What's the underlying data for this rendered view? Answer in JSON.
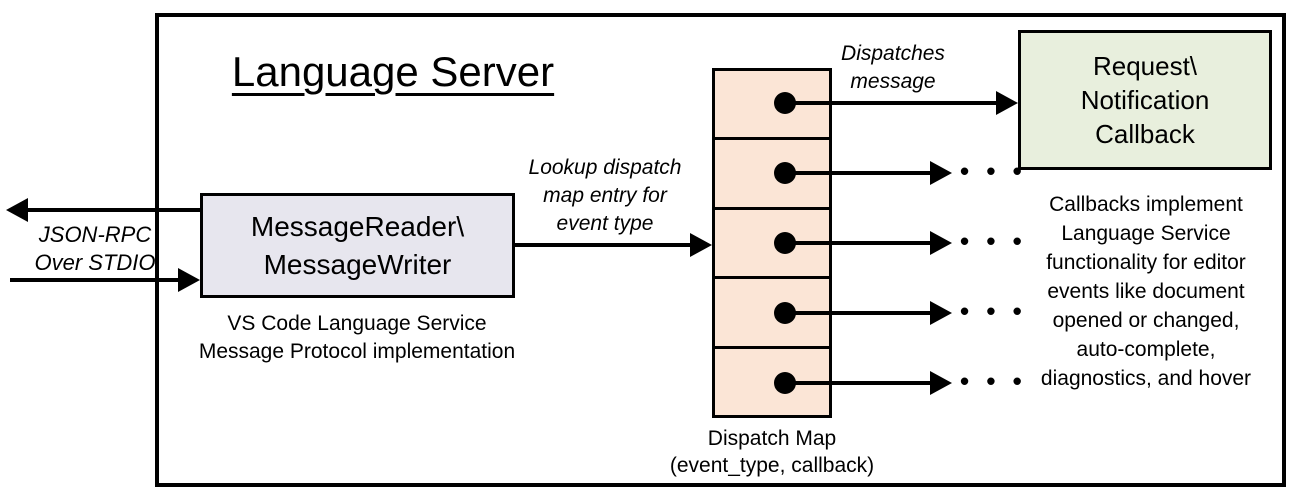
{
  "title": "Language Server",
  "io_label": {
    "lines": [
      "JSON-RPC",
      "Over STDIO"
    ]
  },
  "message_box": {
    "lines": [
      "MessageReader\\",
      "MessageWriter"
    ],
    "caption_lines": [
      "VS Code Language Service",
      "Message Protocol implementation"
    ]
  },
  "lookup_label": {
    "lines": [
      "Lookup dispatch",
      "map entry for",
      "event type"
    ]
  },
  "dispatch_map": {
    "cell_count": 5,
    "label_lines": [
      "Dispatch Map",
      "(event_type, callback)"
    ]
  },
  "dispatches_label": {
    "lines": [
      "Dispatches",
      "message"
    ]
  },
  "callback_box": {
    "lines": [
      "Request\\",
      "Notification",
      "Callback"
    ]
  },
  "callbacks_note": {
    "lines": [
      "Callbacks implement",
      "Language Service",
      "functionality for editor",
      "events like document",
      "opened or changed,",
      "auto-complete,",
      "diagnostics, and hover"
    ]
  },
  "ellipsis": "• • •",
  "colors": {
    "background": "#ffffff",
    "line_color": "#000000",
    "message_box_fill": "#e7e6ee",
    "dispatch_cell_fill": "#fbe5d6",
    "callback_box_fill": "#e8efdd"
  }
}
